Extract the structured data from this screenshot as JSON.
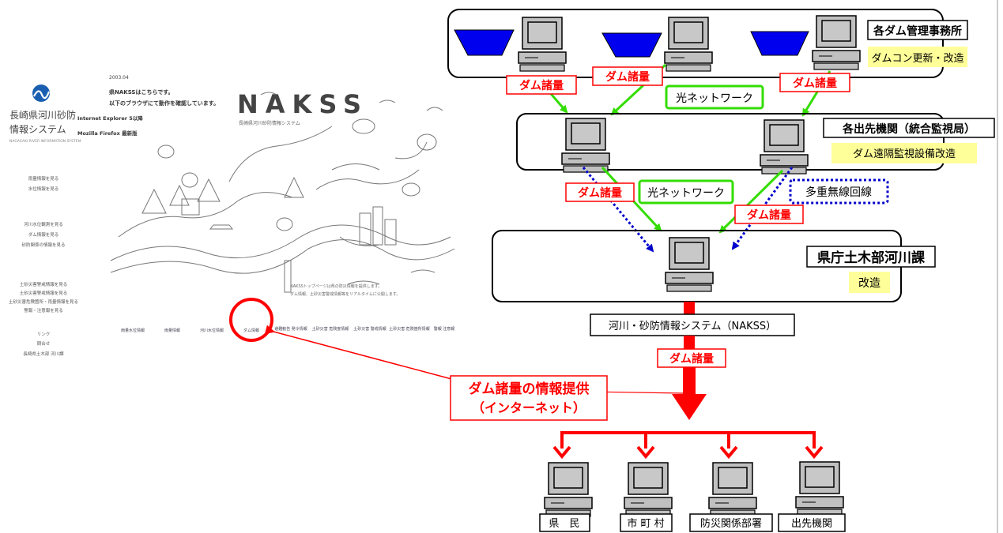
{
  "website": {
    "logo_line1": "長崎県河川砂防",
    "logo_line2": "情報システム",
    "logo_caption": "NAGASAKI RIVER INFORMATION SYSTEM",
    "notice_date": "2003.04",
    "notice_line1": "県NAKSSはこちらです。",
    "notice_line2": "以下のブラウザにて動作を確認しています。",
    "browser1": "Internet Explorer 5以降",
    "browser2": "Mozilla Firefox 最新版",
    "title": "NAKSS",
    "subtitle": "長崎県河川砂防情報システム",
    "left_nav": [
      [
        "雨量情報を見る",
        "水位情報を見る"
      ],
      [
        "河川水位観測を見る",
        "ダム情報を見る",
        "砂防関係の情報を見る"
      ],
      [
        "土砂災害警戒情報を見る",
        "土砂災害警戒情報を見る",
        "土砂災害危険箇所・雨量情報を見る",
        "警報・注意報を見る"
      ],
      [
        "リンク",
        "問合せ",
        "長崎県土木部 河川課"
      ]
    ],
    "intro_line1": "NAKSSトップページは県の防災情報を提供します。",
    "intro_line2": "ダム情報、土砂災害警戒情報等をリアルタイムに公開します。",
    "bottom_buttons": [
      "雨量水位情報",
      "雨量情報",
      "河川水位情報",
      "ダム情報",
      "避難勧告 発令情報",
      "土砂災害 危険度情報",
      "土砂災害 警戒情報",
      "土砂災害 危険箇所情報",
      "警報 注意報"
    ]
  },
  "top_box": {
    "label": "各ダム管理事務所",
    "note": "ダムコン更新・改造"
  },
  "middle_box": {
    "label": "各出先機関（統合監視局）",
    "note": "ダム遠隔監視設備改造"
  },
  "bottom_box": {
    "label": "県庁土木部河川課",
    "note": "改造"
  },
  "optical_network": "光ネットワーク",
  "multi_radio": "多重無線回線",
  "dam_data": "ダム諸量",
  "system_label": "河川・砂防情報システム（NAKSS）",
  "callout": {
    "line1": "ダム諸量の情報提供",
    "line2": "（インターネット）"
  },
  "recipients": [
    "県　民",
    "市 町 村",
    "防災関係部署",
    "出先機関"
  ],
  "colors": {
    "red": "#ff0000",
    "green": "#33dd00",
    "blue": "#0000cc",
    "yellow": "#ffff99",
    "dam": "#0000ee",
    "pc": "#c0c0c0"
  }
}
